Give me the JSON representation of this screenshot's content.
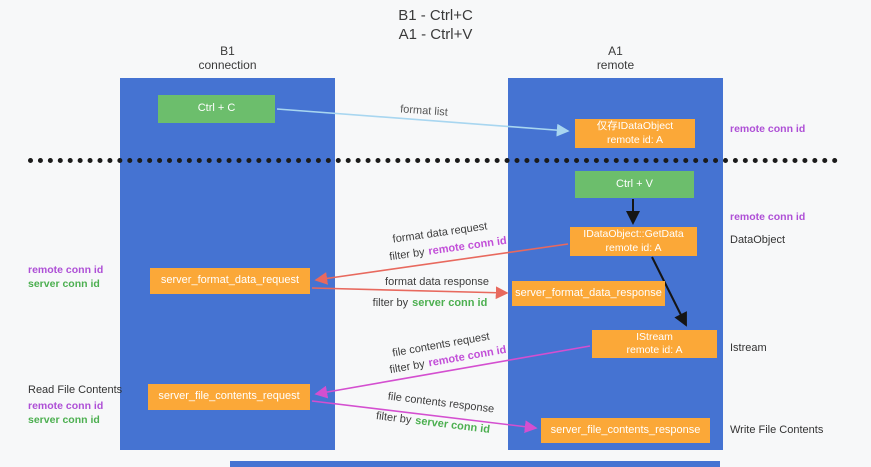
{
  "title": {
    "line1": "B1 - Ctrl+C",
    "line2": "A1 - Ctrl+V"
  },
  "lanes": {
    "left": {
      "title": "B1",
      "subtitle": "connection"
    },
    "right": {
      "title": "A1",
      "subtitle": "remote"
    }
  },
  "nodes": {
    "ctrl_c": {
      "label": "Ctrl + C"
    },
    "ctrl_v": {
      "label": "Ctrl + V"
    },
    "idataobject_cache": {
      "line1": "仅存IDataObject",
      "line2": "remote id: A"
    },
    "getdata": {
      "line1": "IDataObject::GetData",
      "line2": "remote id: A"
    },
    "istream": {
      "line1": "IStream",
      "line2": "remote id: A"
    },
    "format_request": {
      "label": "server_format_data_request"
    },
    "format_response": {
      "label": "server_format_data_response"
    },
    "file_request": {
      "label": "server_file_contents_request"
    },
    "file_response": {
      "label": "server_file_contents_response"
    }
  },
  "arrow_labels": {
    "format_list": "format list",
    "format_data_request": "format data request",
    "format_data_response": "format data response",
    "file_contents_request": "file contents request",
    "file_contents_response": "file contents response",
    "filter_by": "filter by",
    "remote_conn_id": "remote conn id",
    "server_conn_id": "server conn id"
  },
  "annotations": {
    "right": [
      "remote conn id",
      "remote conn id",
      "DataObject",
      "Istream",
      "Write File Contents"
    ],
    "left": [
      "remote conn id",
      "server conn id",
      "Read File Contents",
      "remote conn id",
      "server conn id"
    ]
  },
  "colors": {
    "lane_blue": "#4573D2",
    "node_orange": "#FBA838",
    "node_green": "#6CBE6C",
    "arrow_red": "#E8695E",
    "arrow_magenta": "#D44FD0",
    "arrow_light_blue": "#A8D6F0",
    "arrow_black": "#151515",
    "remote_conn_purple": "#AE4FD6",
    "server_conn_green": "#4CAF50"
  }
}
